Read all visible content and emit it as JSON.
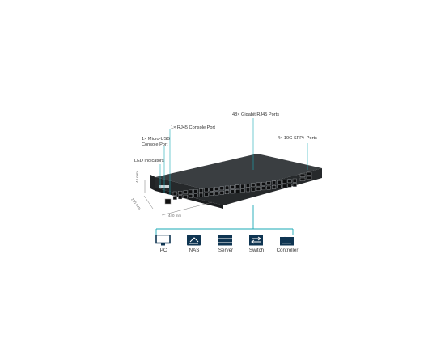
{
  "callouts": {
    "gigabit_ports": "48× Gigabit RJ45 Ports",
    "rj45_console": "1× RJ45 Console Port",
    "micro_usb_line1": "1× Micro-USB",
    "micro_usb_line2": "Console Port",
    "sfp_ports": "4× 10G SFP+ Ports",
    "led_indicators": "LED Indicators"
  },
  "dimensions": {
    "height": "44 mm",
    "depth": "220 mm",
    "width": "440 mm"
  },
  "devices": [
    {
      "label": "PC",
      "icon": "pc-icon"
    },
    {
      "label": "NAS",
      "icon": "nas-icon"
    },
    {
      "label": "Server",
      "icon": "server-icon"
    },
    {
      "label": "Switch",
      "icon": "switch-icon"
    },
    {
      "label": "Controller",
      "icon": "controller-icon"
    }
  ],
  "colors": {
    "accent": "#1aa9b5",
    "chassis": "#2e3133",
    "icon_fill": "#0f3552"
  }
}
